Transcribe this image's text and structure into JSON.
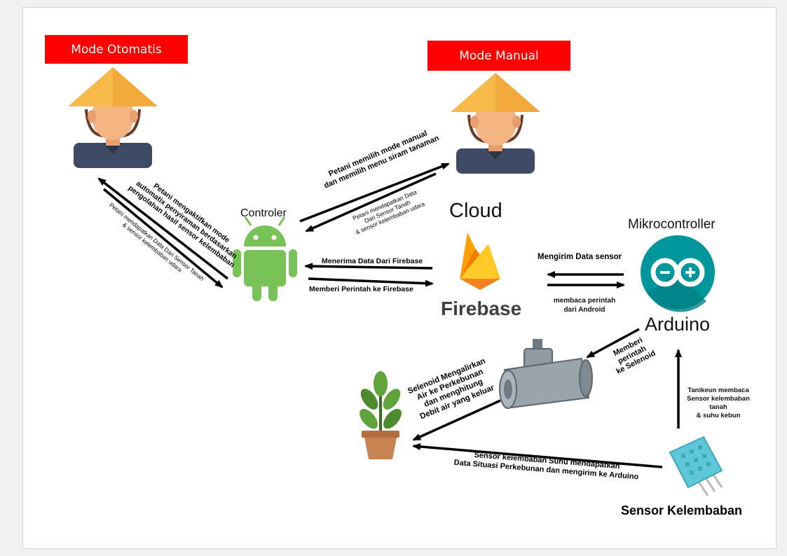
{
  "modes": {
    "automatic": "Mode Otomatis",
    "manual": "Mode Manual"
  },
  "nodes": {
    "controller": "Controler",
    "cloud": "Cloud",
    "firebase": "Firebase",
    "microcontroller": "Mikrocontroller",
    "arduino": "Arduino",
    "humidity_sensor": "Sensor Kelembaban"
  },
  "flows": {
    "auto_activate": [
      "Petani mengaktifkan mode",
      "automatix penyiraman berdasarkan",
      "pengolahan hasil sensor kelembaban"
    ],
    "auto_receive": [
      "Petani mendapatkan Data Dari Sensor Tanah",
      "& sensor kelembaban udara"
    ],
    "manual_choose": [
      "Petani memilih mode manual",
      "dan memilih menu siram tanaman"
    ],
    "manual_receive": [
      "Petani mendapatkan Data",
      "Dari Sensor Tanah",
      "& sensor kelembaban udara"
    ],
    "receive_firebase": "Menerima Data Dari Firebase",
    "command_firebase": "Memberi Perintah ke Firebase",
    "send_sensor": "Mengirim Data sensor",
    "read_command": [
      "membaca perintah",
      "dari Android"
    ],
    "command_solenoid": [
      "Memberi",
      "perintah",
      "ke Selenoid"
    ],
    "solenoid_flow": [
      "Selenoid Mengalirkan",
      "Air ke Perkebunan",
      "dan menghitung",
      "Debit air yang keluar"
    ],
    "sensor_reading": [
      "Tanikeun membaca",
      "Sensor kelembaban",
      "tanah",
      "& suhu kebun"
    ],
    "sensor_to_arduino": [
      "Sensor kelembaban Suhu mendapatkan",
      "Data  Situasi Perkebunan dan mengirim ke Arduino"
    ]
  },
  "colors": {
    "badge": "#ff0000",
    "hat": "#f6b94a",
    "skin": "#f3b483",
    "shirt": "#3f4a64",
    "android": "#78c257",
    "arduino": "#00979c",
    "firebase_orange": "#f58220",
    "firebase_yellow": "#ffca28",
    "valve": "#8f9aa3",
    "sensor": "#5ec8d8",
    "pot": "#c78452",
    "leaf": "#4d8b2e"
  },
  "icons": [
    "farmer-icon",
    "android-icon",
    "firebase-icon",
    "arduino-icon",
    "solenoid-valve-icon",
    "plant-pot-icon",
    "humidity-sensor-icon"
  ]
}
